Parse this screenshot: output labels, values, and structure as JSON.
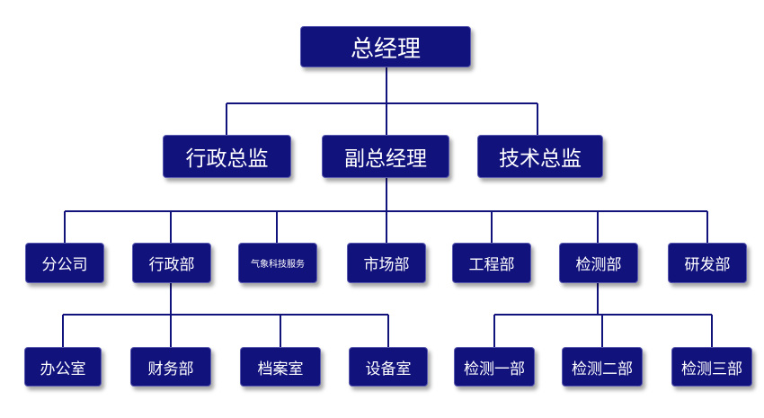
{
  "chart": {
    "root": "总经理",
    "level1": [
      "行政总监",
      "副总经理",
      "技术总监"
    ],
    "level2": [
      "分公司",
      "行政部",
      "气象科技服务",
      "市场部",
      "工程部",
      "检测部",
      "研发部"
    ],
    "admin_children": [
      "办公室",
      "财务部",
      "档案室",
      "设备室"
    ],
    "inspection_children": [
      "检测一部",
      "检测二部",
      "检测三部"
    ]
  },
  "colors": {
    "box_fill": "#12127d",
    "box_text": "#ffffff",
    "line": "#12127d"
  }
}
